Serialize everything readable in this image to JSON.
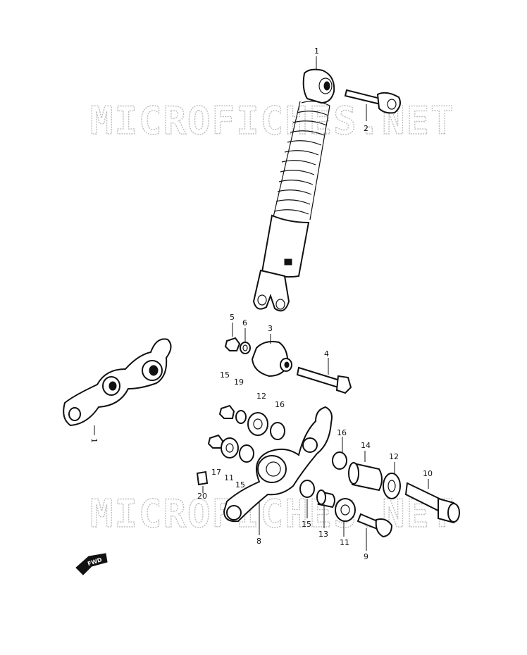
{
  "watermark": "MICROFICHES.NET",
  "callouts": {
    "p1": "1",
    "p2": "2",
    "p3": "3",
    "p4": "4",
    "p5": "5",
    "p6": "6",
    "p8": "8",
    "p9": "9",
    "p10": "10",
    "p11a": "11",
    "p11b": "11",
    "p12a": "12",
    "p12b": "12",
    "p13": "13",
    "p14": "14",
    "p15a": "15",
    "p15b": "15",
    "p15c": "15",
    "p16a": "16",
    "p16b": "16",
    "p17": "17",
    "p19": "19",
    "p20": "20"
  },
  "fwd_label": "FWD"
}
